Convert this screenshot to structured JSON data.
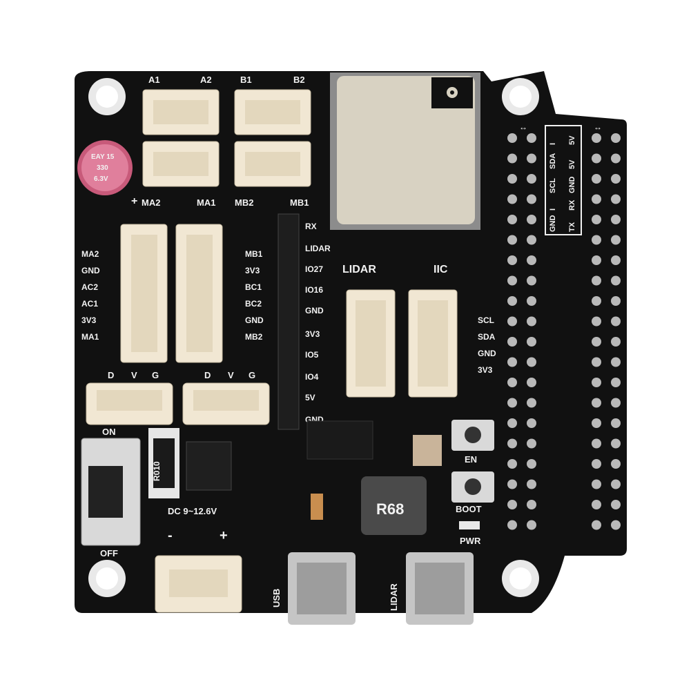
{
  "colors": {
    "pcb": "#111111",
    "silkscreen": "#f2f2f2",
    "connector": "#f1e7d3",
    "module": "#d8d2c2",
    "pin": "#b9b9b9"
  },
  "motor_labels": {
    "a1": "A1",
    "a2": "A2",
    "b1": "B1",
    "b2": "B2",
    "ma2": "MA2",
    "ma1": "MA1",
    "mb2": "MB2",
    "mb1": "MB1"
  },
  "capacitor": {
    "line1": "EAY 15",
    "line2": "330",
    "line3": "6.3V",
    "plus": "+"
  },
  "left_header_labels": [
    "MA2",
    "GND",
    "AC2",
    "AC1",
    "3V3",
    "MA1"
  ],
  "right_header_labels": [
    "MB1",
    "3V3",
    "BC1",
    "BC2",
    "GND",
    "MB2"
  ],
  "servo_labels": {
    "d": "D",
    "v": "V",
    "g": "G"
  },
  "pin_header_labels": [
    "RX",
    "LIDAR",
    "IO27",
    "IO16",
    "GND",
    "3V3",
    "IO5",
    "IO4",
    "5V",
    "GND"
  ],
  "section_titles": {
    "lidar": "LIDAR",
    "iic": "IIC"
  },
  "iic_labels": [
    "SCL",
    "SDA",
    "GND",
    "3V3"
  ],
  "switch_labels": {
    "on": "ON",
    "off": "OFF"
  },
  "resistor_code": "R010",
  "inductor_code": "R68",
  "power_label": "DC 9~12.6V",
  "power_polarity": {
    "minus": "-",
    "plus": "+"
  },
  "button_labels": {
    "en": "EN",
    "boot": "BOOT"
  },
  "led_label": "PWR",
  "usb_labels": {
    "usb": "USB",
    "lidar": "LIDAR"
  },
  "gpio_table": [
    [
      "I",
      "SDA",
      "SCL",
      "I",
      "GND"
    ],
    [
      "5V",
      "5V",
      "GND",
      "RX",
      "TX"
    ]
  ],
  "gpio_arrows": {
    "left": "↔",
    "right": "↔"
  }
}
